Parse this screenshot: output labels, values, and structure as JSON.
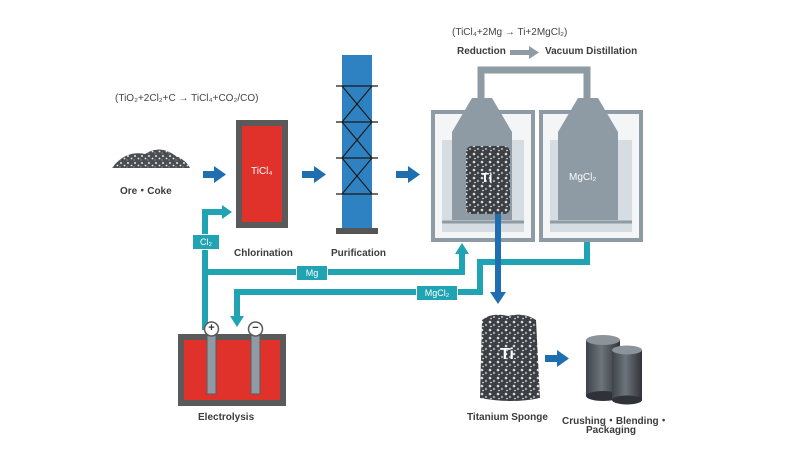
{
  "equations": {
    "chlorination": "(TiO₂+2Cl₂+C → TiCl₄+CO₂/CO)",
    "reduction": "(TiCl₄+2Mg → Ti+2MgCl₂)"
  },
  "header": {
    "reduction": "Reduction",
    "vacuum_distillation": "Vacuum Distillation"
  },
  "stages": {
    "ore": "Ore・Coke",
    "chlorination": "Chlorination",
    "purification": "Purification",
    "electrolysis": "Electrolysis",
    "sponge": "Titanium Sponge",
    "crushing_line1": "Crushing・Blending・",
    "crushing_line2": "Packaging"
  },
  "vessel_labels": {
    "ticl4": "TiCl₄",
    "ti": "Ti",
    "mgcl2": "MgCl₂",
    "sponge_ti": "Ti"
  },
  "flow_tags": {
    "cl2": "Cl₂",
    "mg": "Mg",
    "mgcl2": "MgCl₂"
  },
  "electrode_signs": {
    "plus": "+",
    "minus": "−"
  },
  "colors": {
    "flow_pipe": "#20a3b3",
    "arrow": "#1f6fb0",
    "hot_red": "#e0322b",
    "vessel_grey": "#8e9aa4",
    "dark_frame": "#5a5a5a",
    "column_blue": "#2f82c2"
  }
}
